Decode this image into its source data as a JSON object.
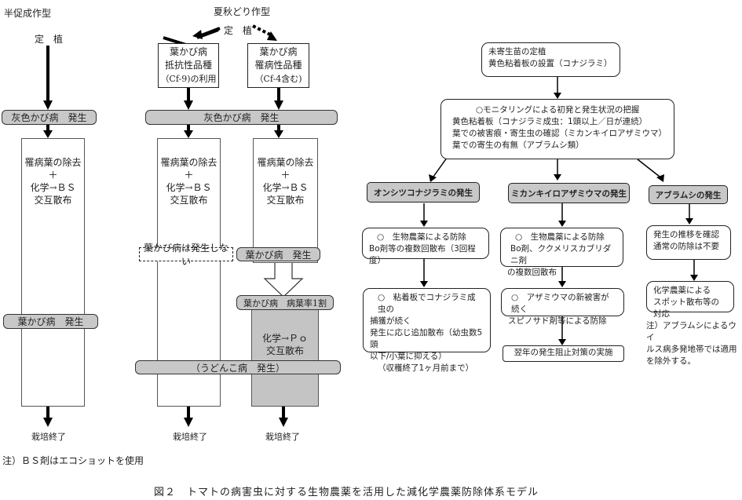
{
  "figure_caption": "図２　トマトの病害虫に対する生物農薬を活用した減化学農薬防除体系モデル",
  "left_panel": {
    "semi_forcing": {
      "title": "半促成作型",
      "planting": "定　植",
      "gray_mold_bar": "灰色かび病　発生",
      "column_text": [
        "罹病葉の除去",
        "＋",
        "化学→ＢＳ",
        "交互散布"
      ],
      "leaf_mold_bar": "葉かび病　発生",
      "end": "栽培終了"
    },
    "summer_autumn": {
      "title": "夏秋どり作型",
      "planting": "定　植",
      "resistant_box": [
        "葉かび病",
        "抵抗性品種",
        "（Cf-9)の利用"
      ],
      "susceptible_box": [
        "葉かび病",
        "罹病性品種",
        "（Cf-4含む)"
      ],
      "gray_mold_bar": "灰色かび病　発生",
      "column_left_text": [
        "罹病葉の除去",
        "＋",
        "化学→ＢＳ",
        "交互散布"
      ],
      "column_right_text": [
        "罹病葉の除去",
        "＋",
        "化学→ＢＳ",
        "交互散布"
      ],
      "no_leaf_mold": "葉かび病は発生しない",
      "leaf_mold_bar": "葉かび病　発生",
      "leaf_mold_rate_bar": "葉かび病　病葉率1割",
      "po_text": [
        "化学→Ｐｏ",
        "交互散布"
      ],
      "powdery_bar": "（うどんこ病　発生）",
      "end_left": "栽培終了",
      "end_right": "栽培終了"
    },
    "note": "注）ＢＳ剤はエコショットを使用"
  },
  "right_panel": {
    "start_box": [
      "未寄生苗の定植",
      "黄色粘着板の設置（コナジラミ）"
    ],
    "monitoring_box": [
      "○モニタリングによる初発と発生状況の把握",
      "黄色粘着板（コナジラミ成虫：1頭以上／日が連続）",
      "葉での被害痕・寄生虫の確認（ミカンキイロアザミウマ）",
      "葉での寄生の有無（アブラムシ類）"
    ],
    "branches": [
      {
        "header": "オンシツコナジラミの発生",
        "step1": [
          "○　生物農薬による防除",
          "Bo剤等の複数回散布（3回程度）"
        ],
        "step2": [
          "○　粘着板でコナジラミ成虫の",
          "捕獲が続く",
          "発生に応じ追加散布（幼虫数5頭",
          "以下/小葉に抑える）",
          "（収穫終了1ヶ月前まで）"
        ]
      },
      {
        "header": "ミカンキイロアザミウマの発生",
        "step1": [
          "○　生物農薬による防除",
          "Bo剤、ククメリスカブリダニ剤",
          "の複数回散布"
        ],
        "step2": [
          "○　アザミウマの新被害が続く",
          "スピノサド剤等による防除"
        ],
        "step3": "翌年の発生阻止対策の実施"
      },
      {
        "header": "アブラムシの発生",
        "step1": [
          "発生の推移を確認",
          "通常の防除は不要"
        ],
        "step2": [
          "化学農薬による",
          "スポット散布等の対応"
        ],
        "note": [
          "注）アブラムシによるウイ",
          "ルス病多発地帯では適用",
          "を除外する。"
        ]
      }
    ]
  }
}
